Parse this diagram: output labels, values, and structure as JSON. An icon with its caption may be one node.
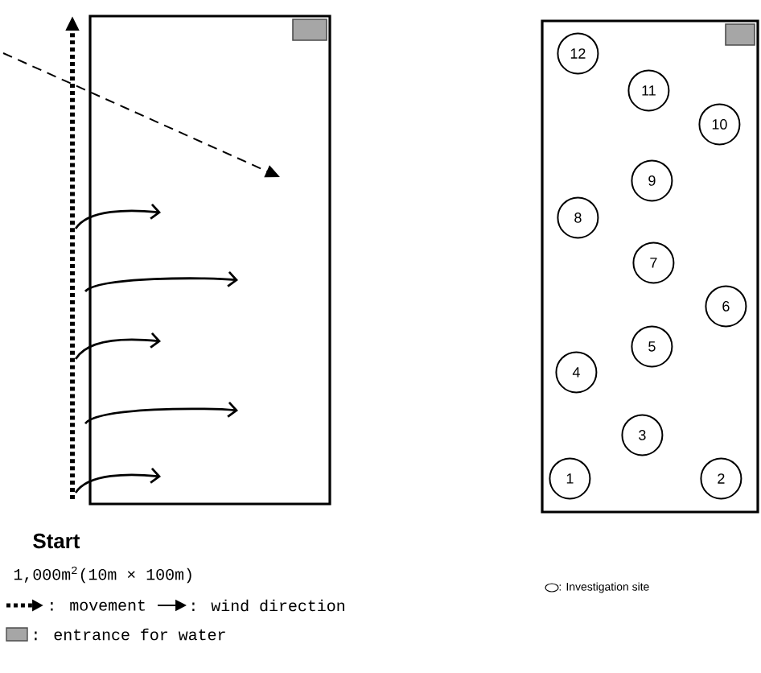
{
  "diagram": {
    "nodes": [
      {
        "text": [],
        "shape": "box"
      },
      {
        "text": [],
        "shape": "box"
      },
      {
        "text": [
          "12"
        ],
        "in": 1
      },
      {
        "text": [
          "11"
        ],
        "in": 1
      },
      {
        "text": [
          "10"
        ],
        "in": 1
      },
      {
        "text": [
          "9"
        ],
        "in": 1
      },
      {
        "text": [
          "8"
        ],
        "in": 1
      },
      {
        "text": [
          "7"
        ],
        "in": 1
      },
      {
        "text": [
          "6"
        ],
        "in": 1
      },
      {
        "text": [
          "5"
        ],
        "in": 1
      },
      {
        "text": [
          "4"
        ],
        "in": 1
      },
      {
        "text": [
          "3"
        ],
        "in": 1
      },
      {
        "text": [
          "1"
        ],
        "in": 1
      },
      {
        "text": [
          "2"
        ],
        "in": 1
      }
    ],
    "edges": [],
    "labels": [
      "Start",
      "1,000m$^{2}$(10m × 100m)"
    ],
    "legend": [
      {
        "text": ": movement"
      },
      {
        "text": ": wind direction"
      },
      {
        "text": ": entrance for water",
        "color": "#a6a6a6"
      },
      {
        "text": ": Investigation site"
      }
    ]
  }
}
